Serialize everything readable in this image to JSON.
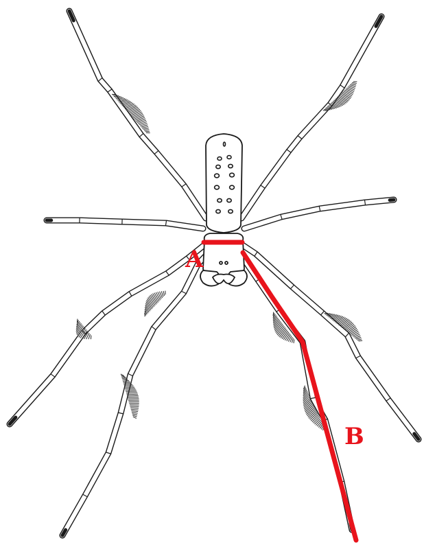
{
  "figure": {
    "subject": "spider",
    "measurement_color": "#e8141c",
    "line_color": "#1a1a1a"
  },
  "labels": {
    "a": "A",
    "b": "B"
  }
}
